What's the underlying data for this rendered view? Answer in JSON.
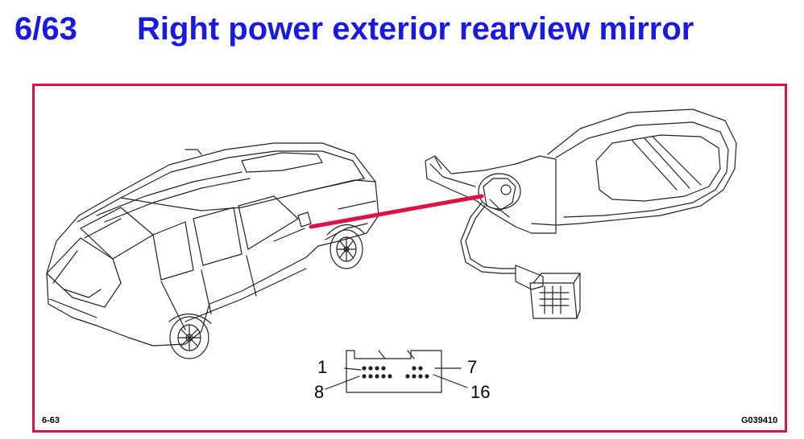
{
  "header": {
    "number": "6/63",
    "title": "Right power exterior rearview mirror"
  },
  "figure": {
    "ref_left": "6-63",
    "ref_right": "G039410",
    "connector_pins": {
      "top_left": "1",
      "top_right": "7",
      "bottom_left": "8",
      "bottom_right": "16"
    }
  },
  "colors": {
    "title": "#1a1adf",
    "frame": "#d81446",
    "pointer": "#d81446"
  }
}
